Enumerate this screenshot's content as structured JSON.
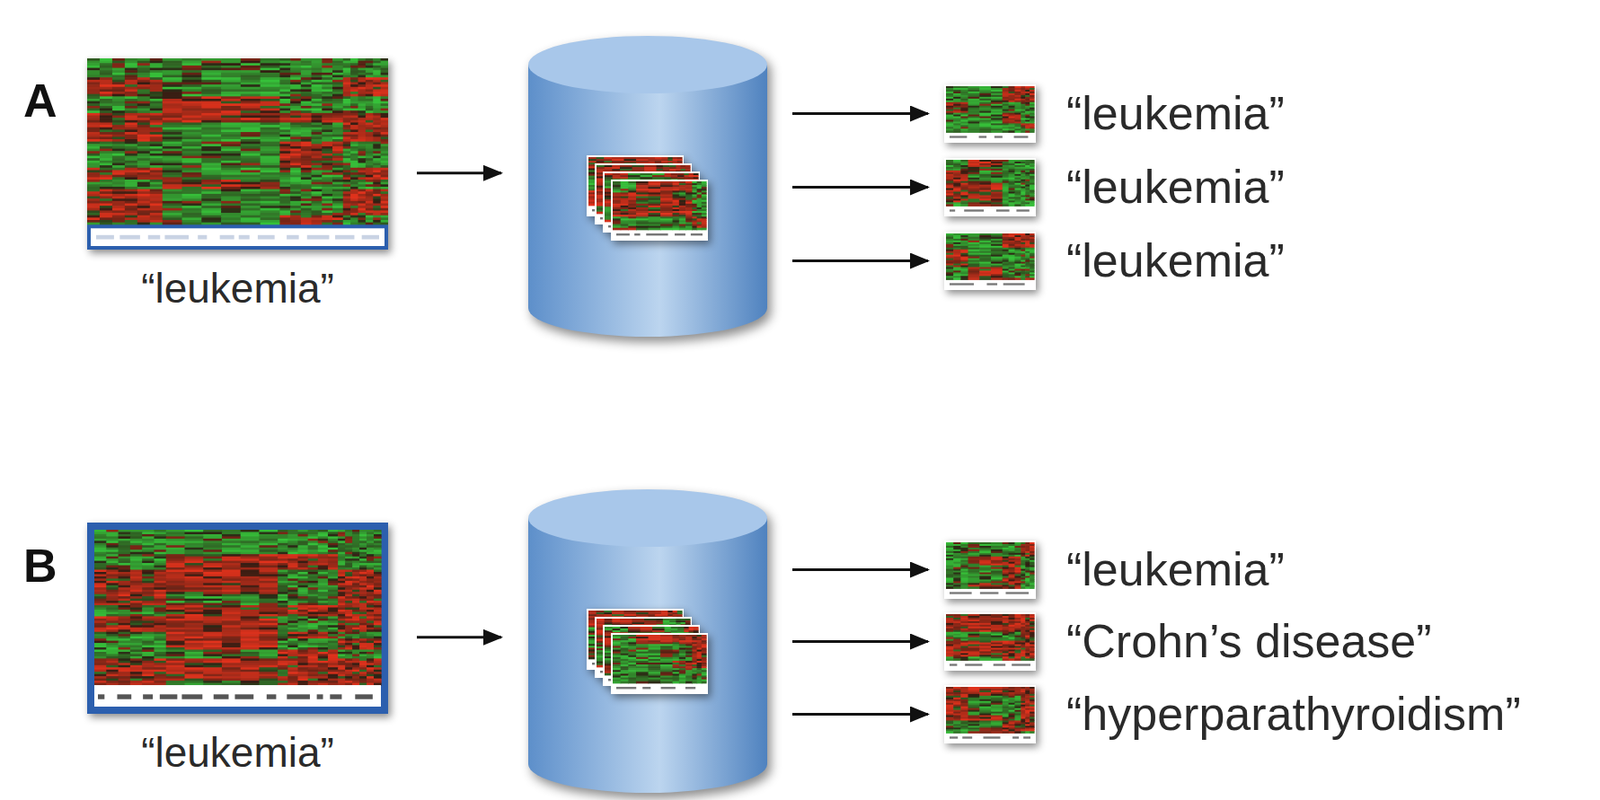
{
  "diagram": {
    "nodes": [
      {
        "text": [
          "“leukemia”"
        ]
      },
      {
        "text": []
      },
      {
        "text": [
          "“leukemia”"
        ]
      },
      {
        "text": [
          "“leukemia”"
        ]
      },
      {
        "text": [
          "“leukemia”"
        ]
      },
      {
        "text": [
          "“leukemia”"
        ]
      },
      {
        "text": []
      },
      {
        "text": [
          "“leukemia”"
        ]
      },
      {
        "text": [
          "“Crohn’s disease”"
        ]
      },
      {
        "text": [
          "“hyperparathyroidism”"
        ]
      }
    ],
    "edges": [
      {
        "from": 0,
        "to": 1,
        "arrow": "to"
      },
      {
        "from": 1,
        "to": 2,
        "arrow": "to"
      },
      {
        "from": 1,
        "to": 3,
        "arrow": "to"
      },
      {
        "from": 1,
        "to": 4,
        "arrow": "to"
      },
      {
        "from": 5,
        "to": 6,
        "arrow": "to"
      },
      {
        "from": 6,
        "to": 7,
        "arrow": "to"
      },
      {
        "from": 6,
        "to": 8,
        "arrow": "to"
      },
      {
        "from": 6,
        "to": 9,
        "arrow": "to"
      }
    ],
    "labels": [
      "A",
      "B"
    ]
  }
}
